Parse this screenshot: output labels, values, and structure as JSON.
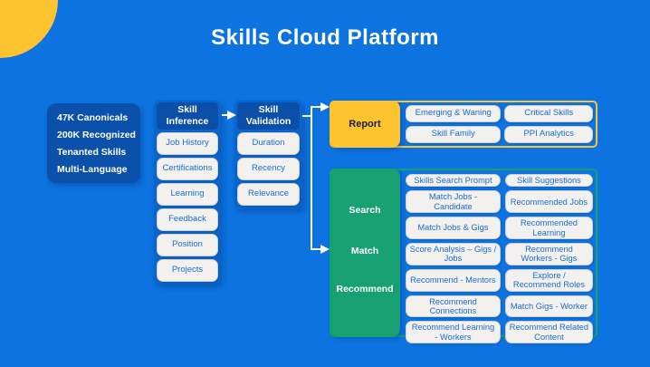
{
  "title": "Skills Cloud Platform",
  "stats_box": {
    "lines": [
      "47K Canonicals",
      "200K Recognized",
      "Tenanted Skills",
      "Multi-Language"
    ]
  },
  "inference": {
    "header": "Skill Inference",
    "items": [
      "Job History",
      "Certifications",
      "Learning",
      "Feedback",
      "Position",
      "Projects"
    ]
  },
  "validation": {
    "header": "Skill Validation",
    "items": [
      "Duration",
      "Recency",
      "Relevance"
    ]
  },
  "report": {
    "label": "Report",
    "items": [
      "Emerging & Waning",
      "Critical Skills",
      "Skill Family",
      "PPI Analytics"
    ]
  },
  "smr": {
    "labels": [
      "Search",
      "Match",
      "Recommend"
    ],
    "rows": [
      [
        "Skills Search Prompt",
        "Skill Suggestions"
      ],
      [
        "Match Jobs - Candidate",
        "Recommended Jobs"
      ],
      [
        "Match Jobs & Gigs",
        "Recommended Learning"
      ],
      [
        "Score Analysis – Gigs / Jobs",
        "Recommend Workers - Gigs"
      ],
      [
        "Recommend - Mentors",
        "Explore / Recommend Roles"
      ],
      [
        "Recommend Connections",
        "Match Gigs - Worker"
      ],
      [
        "Recommend Learning - Workers",
        "Recommend Related Content"
      ]
    ]
  },
  "colors": {
    "background": "#0c73e0",
    "accent_yellow": "#fdc42f",
    "dark_blue_box": "#0b51ab",
    "column_blue": "#0a64cc",
    "header_blue": "#0b4fa8",
    "green": "#17a072",
    "item_background": "#f2f1ed",
    "item_text": "#1b6cd6",
    "report_label_text": "#20203e",
    "connector": "#ffffff"
  }
}
